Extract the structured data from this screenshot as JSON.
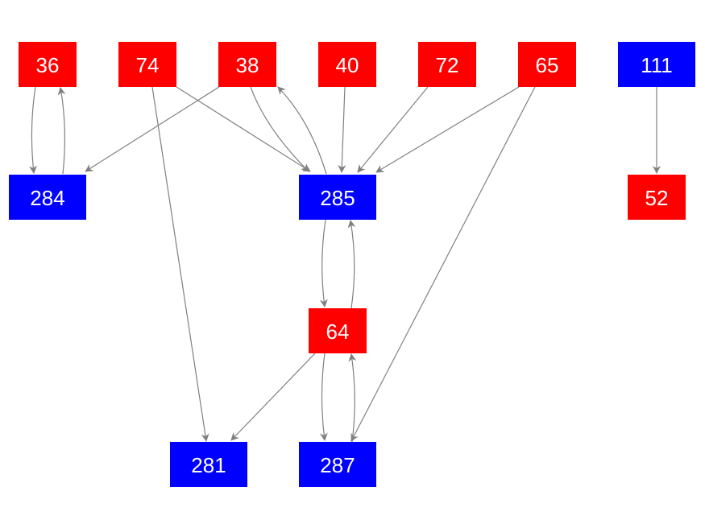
{
  "colors": {
    "red": "#ff0000",
    "blue": "#0000ff",
    "edge": "#808080",
    "label": "#ffffff",
    "background": "#ffffff"
  },
  "nodes": [
    {
      "id": "n36",
      "label": "36",
      "color": "red"
    },
    {
      "id": "n74",
      "label": "74",
      "color": "red"
    },
    {
      "id": "n38",
      "label": "38",
      "color": "red"
    },
    {
      "id": "n40",
      "label": "40",
      "color": "red"
    },
    {
      "id": "n72",
      "label": "72",
      "color": "red"
    },
    {
      "id": "n65",
      "label": "65",
      "color": "red"
    },
    {
      "id": "n111",
      "label": "111",
      "color": "blue"
    },
    {
      "id": "n284",
      "label": "284",
      "color": "blue"
    },
    {
      "id": "n285",
      "label": "285",
      "color": "blue"
    },
    {
      "id": "n52",
      "label": "52",
      "color": "red"
    },
    {
      "id": "n64",
      "label": "64",
      "color": "red"
    },
    {
      "id": "n281",
      "label": "281",
      "color": "blue"
    },
    {
      "id": "n287",
      "label": "287",
      "color": "blue"
    }
  ],
  "edges": [
    {
      "from": "n36",
      "to": "n284"
    },
    {
      "from": "n284",
      "to": "n36"
    },
    {
      "from": "n74",
      "to": "n285"
    },
    {
      "from": "n74",
      "to": "n281"
    },
    {
      "from": "n38",
      "to": "n284"
    },
    {
      "from": "n38",
      "to": "n285"
    },
    {
      "from": "n285",
      "to": "n38"
    },
    {
      "from": "n40",
      "to": "n285"
    },
    {
      "from": "n72",
      "to": "n285"
    },
    {
      "from": "n65",
      "to": "n285"
    },
    {
      "from": "n65",
      "to": "n287"
    },
    {
      "from": "n111",
      "to": "n52"
    },
    {
      "from": "n285",
      "to": "n64"
    },
    {
      "from": "n64",
      "to": "n285"
    },
    {
      "from": "n64",
      "to": "n281"
    },
    {
      "from": "n64",
      "to": "n287"
    },
    {
      "from": "n287",
      "to": "n64"
    }
  ]
}
